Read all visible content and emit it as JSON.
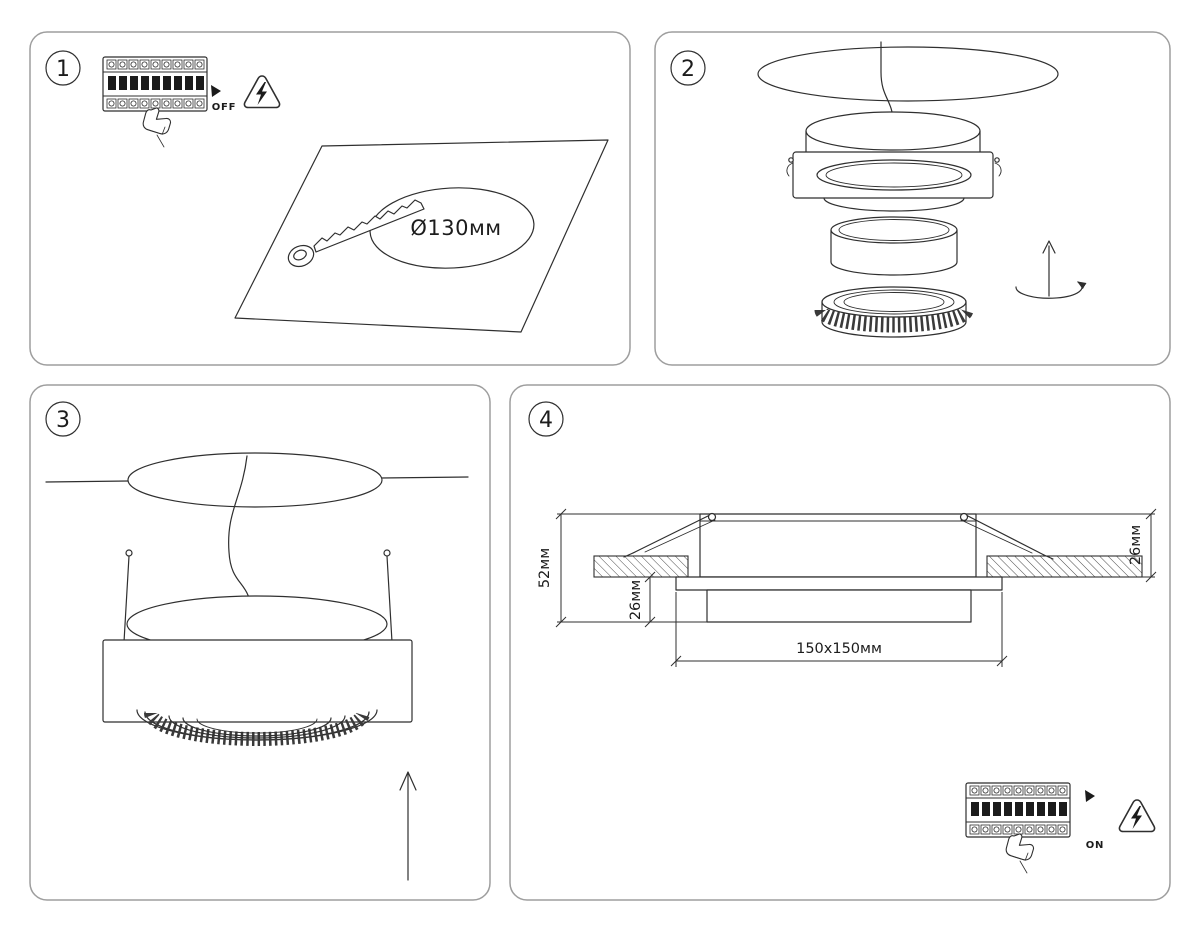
{
  "sheet": {
    "background_color": "#ffffff",
    "line_color": "#2f2f2f",
    "panel_border_color": "#9e9e9e"
  },
  "panel1": {
    "number": "1",
    "breaker_switch_label": "OFF",
    "hole_diameter_label": "Ø130мм"
  },
  "panel2": {
    "number": "2"
  },
  "panel3": {
    "number": "3"
  },
  "panel4": {
    "number": "4",
    "breaker_switch_label": "ON",
    "dim_total_height": "52мм",
    "dim_recess_depth": "26мм",
    "dim_clip_range": "26мм",
    "dim_cutout_size": "150x150мм"
  }
}
